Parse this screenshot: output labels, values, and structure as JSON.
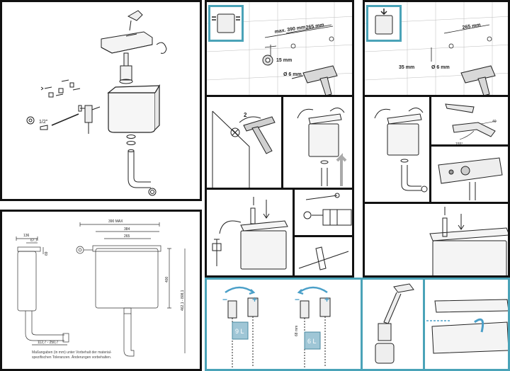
{
  "exploded_view": {
    "thread_label": "1/2\""
  },
  "dimension_drawing": {
    "dim_136": "136",
    "dim_67_7": "67,7",
    "dim_69": "69",
    "dim_390_max": "390 MAX",
    "dim_384": "384",
    "dim_265": "265",
    "dim_400": "400",
    "dim_462": "462,1 - 808,1",
    "dim_112": "112,7 - 250,7",
    "note_line1": "Maßangaben (in mm) unter Vorbehalt der material-",
    "note_line2": "spezifischen Toleranzen. Änderungen vorbehalten."
  },
  "install_panel_a": {
    "max_label": "max. 390 mm",
    "dim_265": "265 mm",
    "dim_15": "15 mm",
    "drill_label": "Ø 6 mm"
  },
  "install_panel_b": {
    "dim_265": "265 mm",
    "dim_35": "35 mm",
    "drill_label": "Ø 6 mm"
  },
  "screw_step": {
    "step_number": "2"
  },
  "pipe_bend": {
    "angle_label": "155°",
    "dim_40": "40"
  },
  "volume_panel": {
    "volume_9": "9 L",
    "volume_6": "6 L",
    "dim_68": "68 mm"
  },
  "colors": {
    "frame": "#111111",
    "accent": "#4aa3b8",
    "arrow_blue": "#4a9fc8"
  }
}
